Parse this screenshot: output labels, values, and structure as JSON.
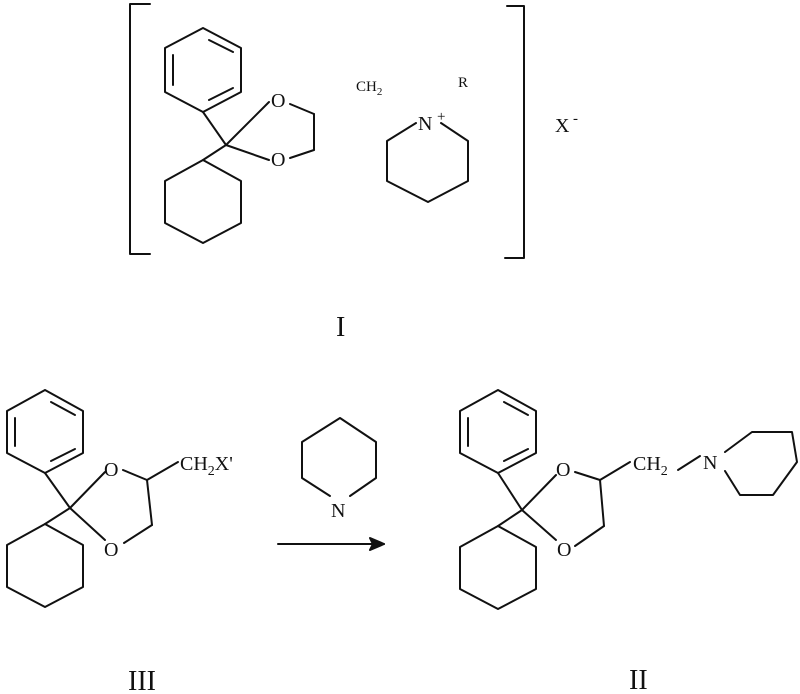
{
  "structure_I": {
    "ring_oxygen_top": "O",
    "ring_oxygen_bottom": "O",
    "ch2": "CH",
    "ch2_sub": "2",
    "nitrogen": "N",
    "charge": "+",
    "r_group": "R",
    "counterion": "X",
    "counterion_charge": "-",
    "label": "I"
  },
  "structure_III": {
    "ring_oxygen_top": "O",
    "ring_oxygen_bottom": "O",
    "ch2": "CH",
    "ch2_sub": "2",
    "leaving_group": "X'",
    "label": "III"
  },
  "reagent": {
    "nitrogen": "N"
  },
  "structure_II": {
    "ring_oxygen_top": "O",
    "ring_oxygen_bottom": "O",
    "ch2": "CH",
    "ch2_sub": "2",
    "nitrogen": "N",
    "label": "II"
  }
}
